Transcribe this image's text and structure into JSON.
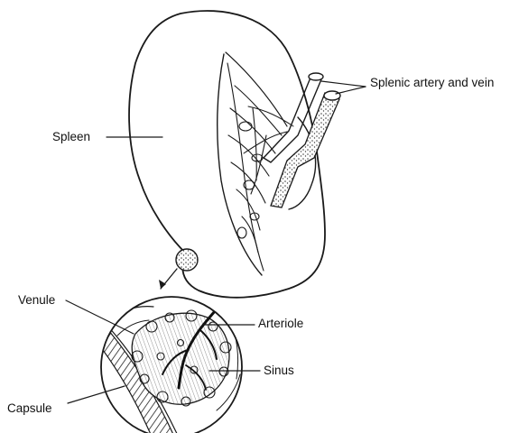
{
  "labels": {
    "splenic_vessels": "Splenic artery and vein",
    "spleen": "Spleen",
    "venule": "Venule",
    "arteriole": "Arteriole",
    "sinus": "Sinus",
    "capsule": "Capsule"
  },
  "colors": {
    "ink": "#1a1a1a",
    "background": "#ffffff",
    "stipple": "#555555"
  }
}
